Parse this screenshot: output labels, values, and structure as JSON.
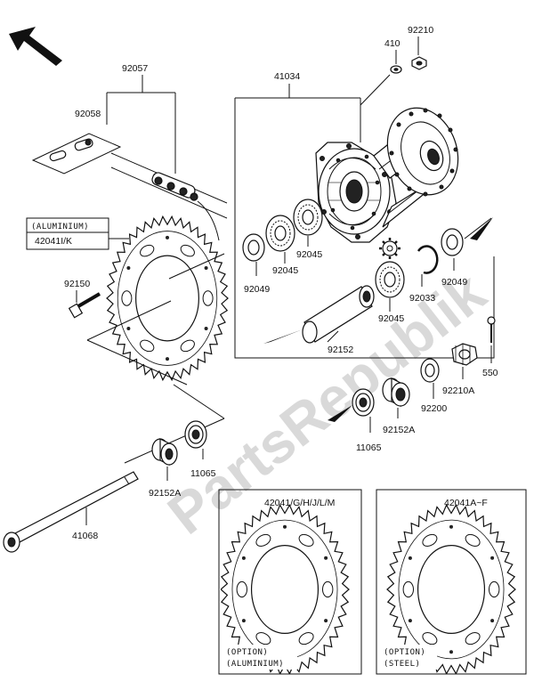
{
  "watermark": "PartsRepublik",
  "labels": {
    "chain": "92057",
    "chain_link": "92058",
    "nut_410": "410",
    "nut_92210": "92210",
    "hub": "41034",
    "sprocket_alu_caption": "(ALUMINIUM)",
    "sprocket_alu": "42041I/K",
    "bolt": "92150",
    "seal_left": "92049",
    "bearing_a": "92045",
    "bearing_b": "92045",
    "bearing_c": "92045",
    "circlip": "92033",
    "seal_right": "92049",
    "sleeve": "92152",
    "cotter_pin": "550",
    "axle_nut": "92210A",
    "washer": "92200",
    "collar_right": "92152A",
    "cap_right": "11065",
    "cap_left": "11065",
    "collar_left": "92152A",
    "axle": "41068",
    "opt_alu_parts": "42041/G/H/J/L/M",
    "opt_alu_caption1": "(OPTION)",
    "opt_alu_caption2": "(ALUMINIUM)",
    "opt_steel_parts": "42041A~F",
    "opt_steel_caption1": "(OPTION)",
    "opt_steel_caption2": "(STEEL)"
  }
}
